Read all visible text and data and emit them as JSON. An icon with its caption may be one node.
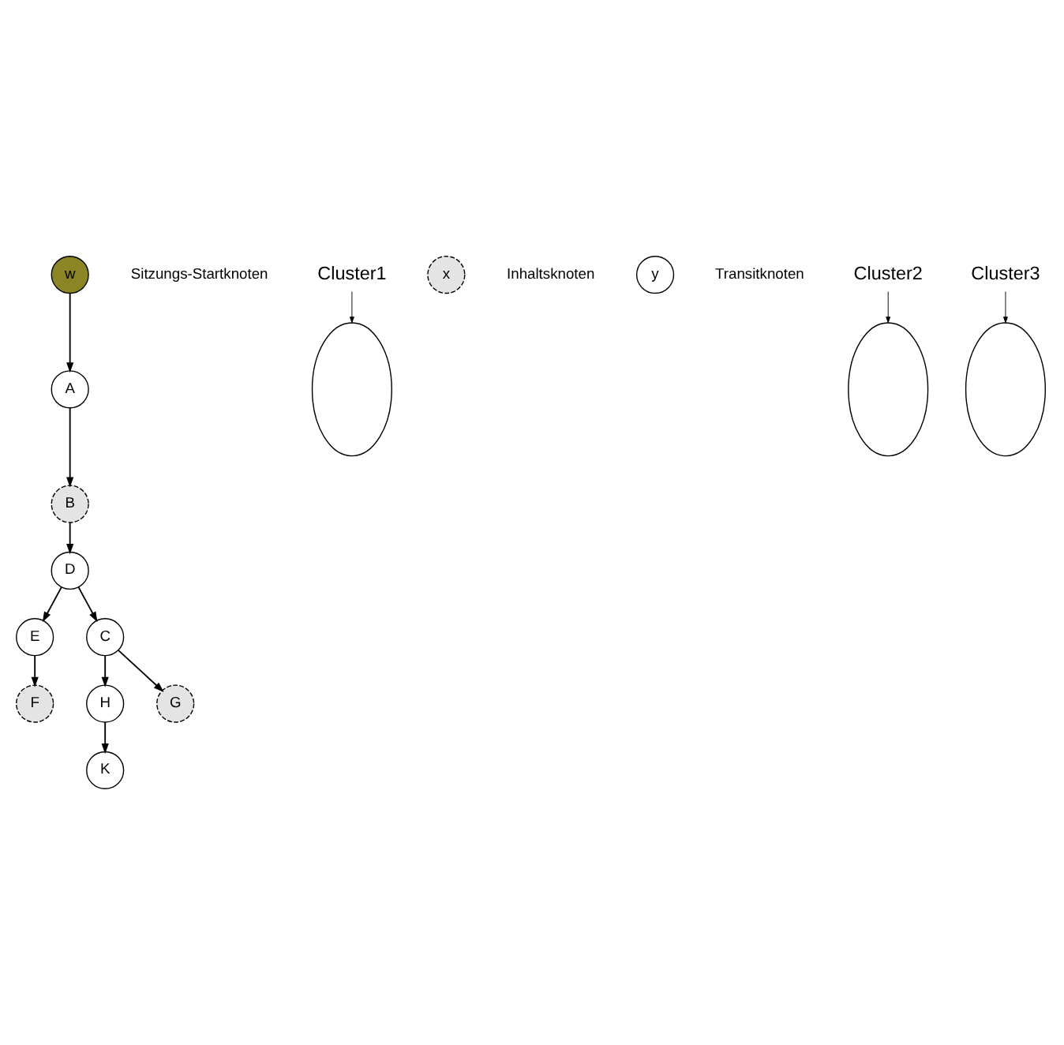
{
  "diagram": {
    "nodes": [
      {
        "text": [
          "w"
        ],
        "beside": [
          "Sitzungs-Startknoten"
        ]
      },
      {
        "text": [
          "Cluster1"
        ]
      },
      {
        "text": [
          "A"
        ]
      },
      {
        "text": [
          "B"
        ]
      },
      {
        "text": [
          "x"
        ],
        "beside": [
          "Inhaltsknoten"
        ]
      },
      {
        "text": [
          "y"
        ],
        "beside": [
          "Transitknoten"
        ]
      },
      {
        "text": [
          "D"
        ]
      },
      {
        "text": [
          "Cluster2"
        ]
      },
      {
        "text": [
          "E"
        ]
      },
      {
        "text": [
          "C"
        ]
      },
      {
        "text": [
          "H"
        ]
      },
      {
        "text": [
          "K"
        ]
      },
      {
        "text": [
          "F"
        ]
      },
      {
        "text": [
          "G"
        ]
      },
      {
        "text": [],
        "shape": "ellipse"
      },
      {
        "text": [],
        "shape": "ellipse"
      },
      {
        "text": [],
        "shape": "ellipse"
      },
      {
        "text": [
          "Cluster3"
        ]
      }
    ],
    "edges": [
      {
        "from": 0,
        "to": 2,
        "arrow": "to"
      },
      {
        "from": 2,
        "to": 3,
        "arrow": "to"
      },
      {
        "from": 3,
        "to": 6,
        "arrow": "to"
      },
      {
        "from": 6,
        "to": 8,
        "arrow": "to"
      },
      {
        "from": 8,
        "to": 12,
        "arrow": "to"
      },
      {
        "from": 6,
        "to": 9,
        "arrow": "to"
      },
      {
        "from": 9,
        "to": 13,
        "arrow": "to"
      },
      {
        "from": 9,
        "to": 10,
        "arrow": "to"
      },
      {
        "from": 10,
        "to": 11,
        "arrow": "to"
      },
      {
        "from": 1,
        "to": 14,
        "arrow": "to"
      },
      {
        "from": 7,
        "to": 15,
        "arrow": "to"
      },
      {
        "from": 17,
        "to": 16,
        "arrow": "to"
      }
    ]
  }
}
